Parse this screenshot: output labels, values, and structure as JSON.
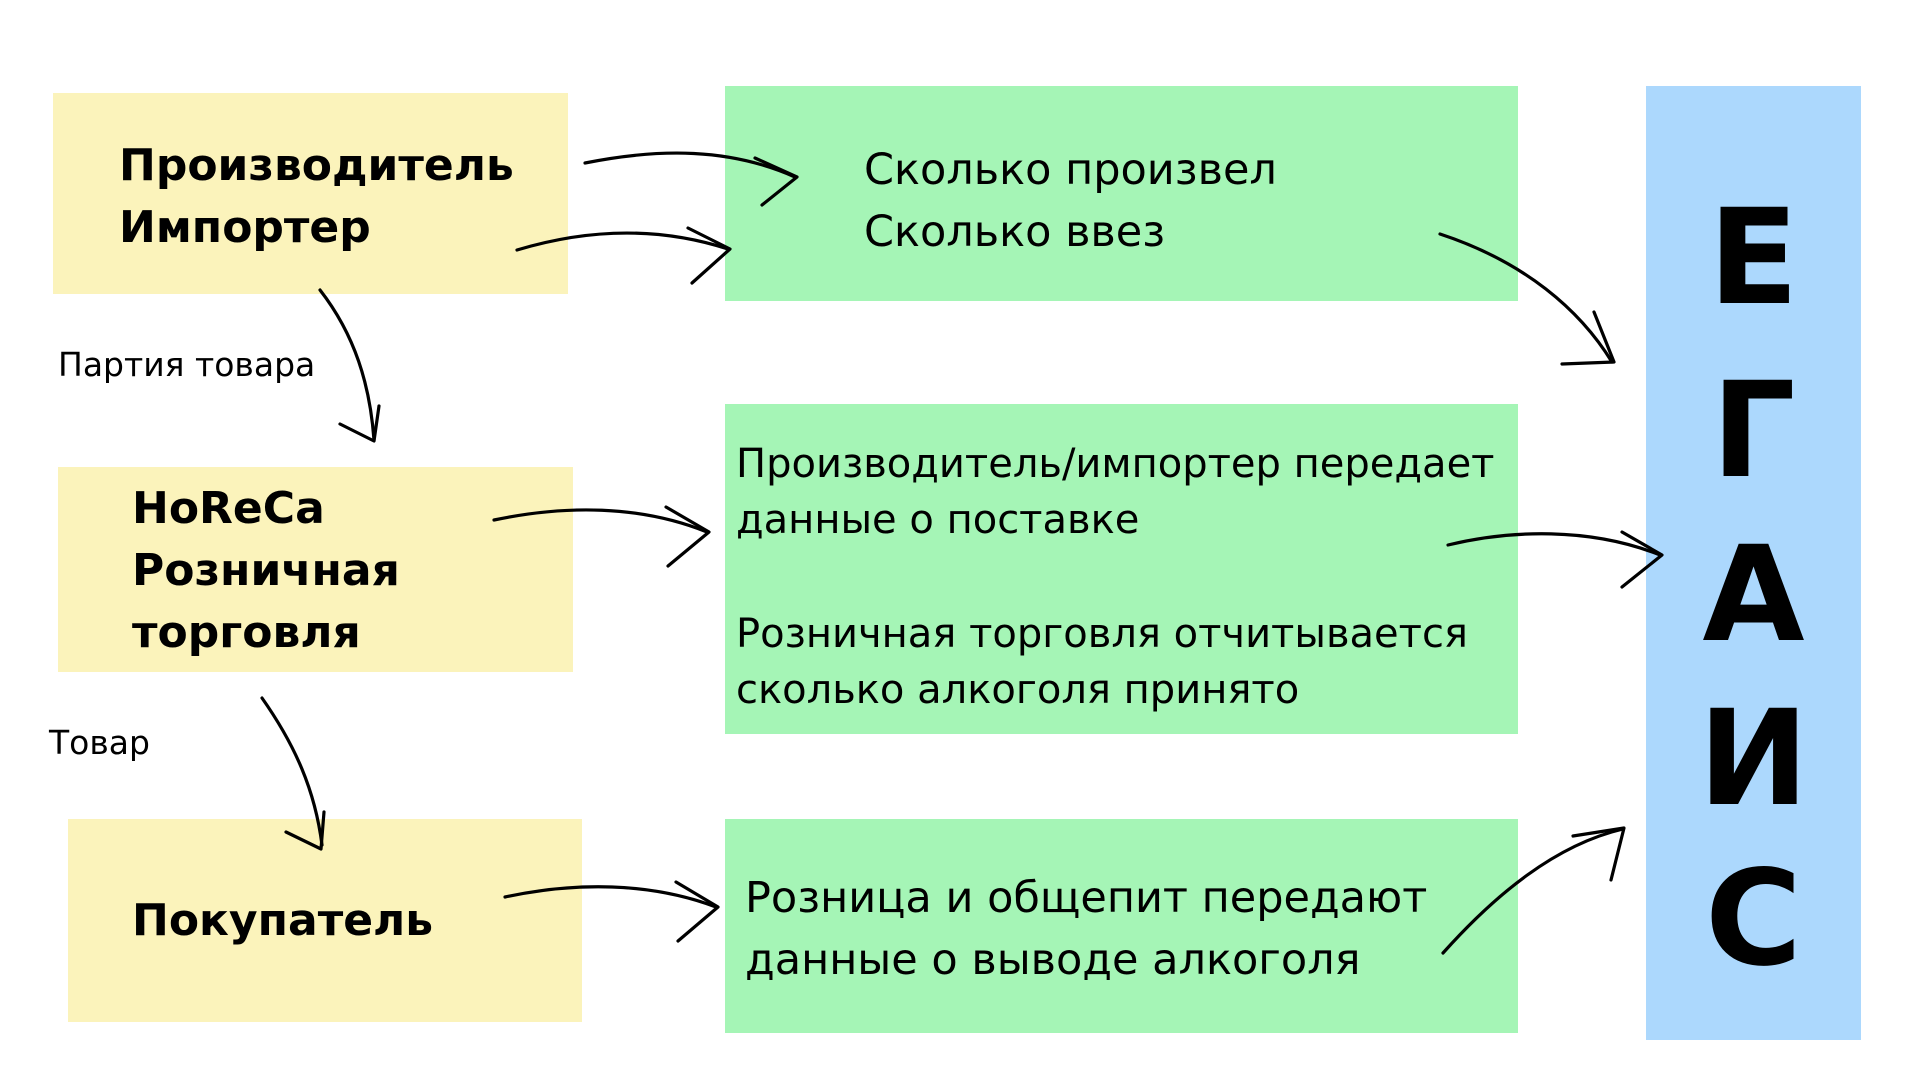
{
  "sources": {
    "producer": {
      "lines": [
        "Производитель",
        "Импортер"
      ]
    },
    "horeca": {
      "lines": [
        "HoReCa",
        "Розничная",
        "торговля"
      ]
    },
    "buyer": {
      "lines": [
        "Покупатель"
      ]
    }
  },
  "flow_labels": {
    "batch": "Партия товара",
    "goods": "Товар"
  },
  "reports": {
    "production": {
      "lines": [
        "Сколько произвел",
        "Сколько ввез"
      ]
    },
    "supply": {
      "para1": [
        "Производитель/импортер передает",
        "данные о поставке"
      ],
      "para2": [
        "Розничная торговля отчитывается",
        "сколько  алкоголя принято"
      ]
    },
    "withdrawal": {
      "lines": [
        "Розница и общепит передают",
        "данные о выводе алкоголя"
      ]
    }
  },
  "system": {
    "letters": [
      "Е",
      "Г",
      "А",
      "И",
      "С"
    ]
  },
  "colors": {
    "actor_box": "#fbf3bb",
    "report_box": "#a5f5b6",
    "system_box": "#acd8fd",
    "arrow": "#000000"
  }
}
